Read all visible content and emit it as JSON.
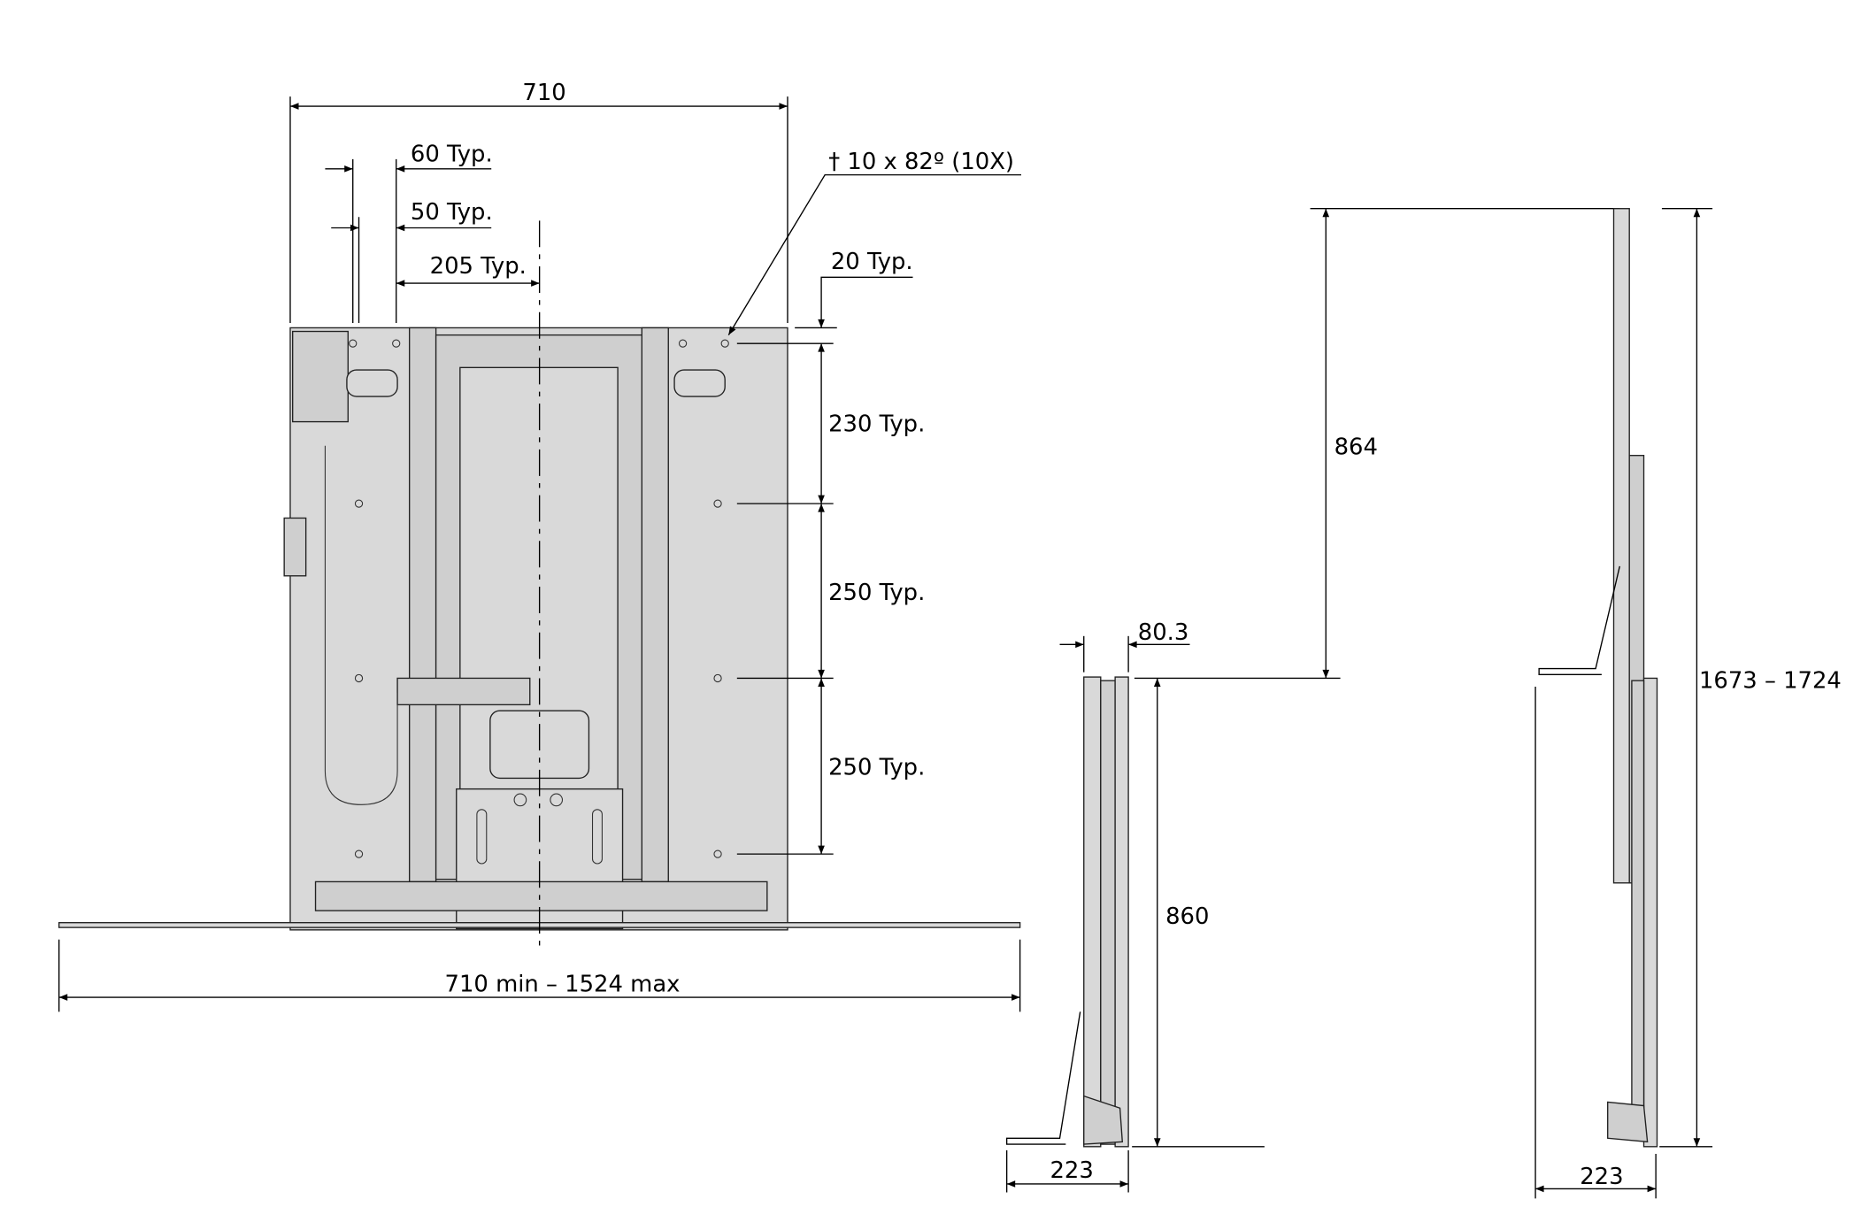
{
  "front_view": {
    "width": "710",
    "hole_offset_60": "60 Typ.",
    "hole_offset_50": "50 Typ.",
    "offset_205": "205 Typ.",
    "hole_note": "†  10 x 82º (10X)",
    "top_20": "20 Typ.",
    "spacing_230": "230 Typ.",
    "spacing_250_a": "250 Typ.",
    "spacing_250_b": "250 Typ.",
    "floor_width": "710 min – 1524 max"
  },
  "side_view_low": {
    "depth": "80.3",
    "height": "860",
    "base_depth": "223"
  },
  "side_view_high": {
    "travel": "864",
    "height_range": "1673 – 1724",
    "base_depth": "223"
  }
}
